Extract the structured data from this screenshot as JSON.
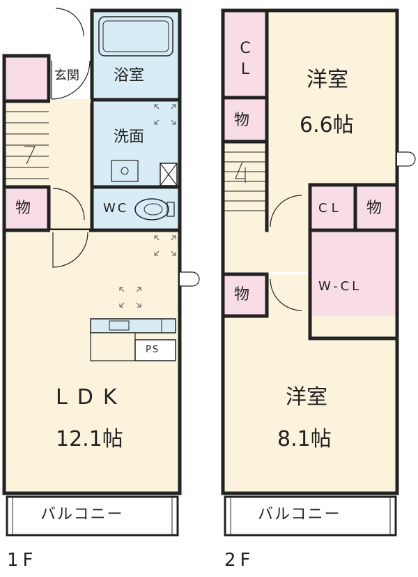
{
  "floor1": {
    "floor_label": "1F",
    "rooms": {
      "entrance": "玄関",
      "bath": "浴室",
      "washroom": "洗面",
      "wc": "WC",
      "storage": "物",
      "ldk_name": "LDK",
      "ldk_size": "12.1帖",
      "ps": "PS",
      "balcony": "バルコニー"
    }
  },
  "floor2": {
    "floor_label": "2F",
    "rooms": {
      "closet_top": "CL",
      "storage_a": "物",
      "western_a_name": "洋室",
      "western_a_size": "6.6帖",
      "closet_mid": "CL",
      "storage_b": "物",
      "walkin_closet": "W-CL",
      "storage_c": "物",
      "western_b_name": "洋室",
      "western_b_size": "8.1帖",
      "balcony": "バルコニー"
    }
  },
  "colors": {
    "living": "#fbf3dc",
    "water": "#d8ecf6",
    "storage": "#f8dde6",
    "wall": "#222222",
    "tile": "#c8c8c8"
  }
}
